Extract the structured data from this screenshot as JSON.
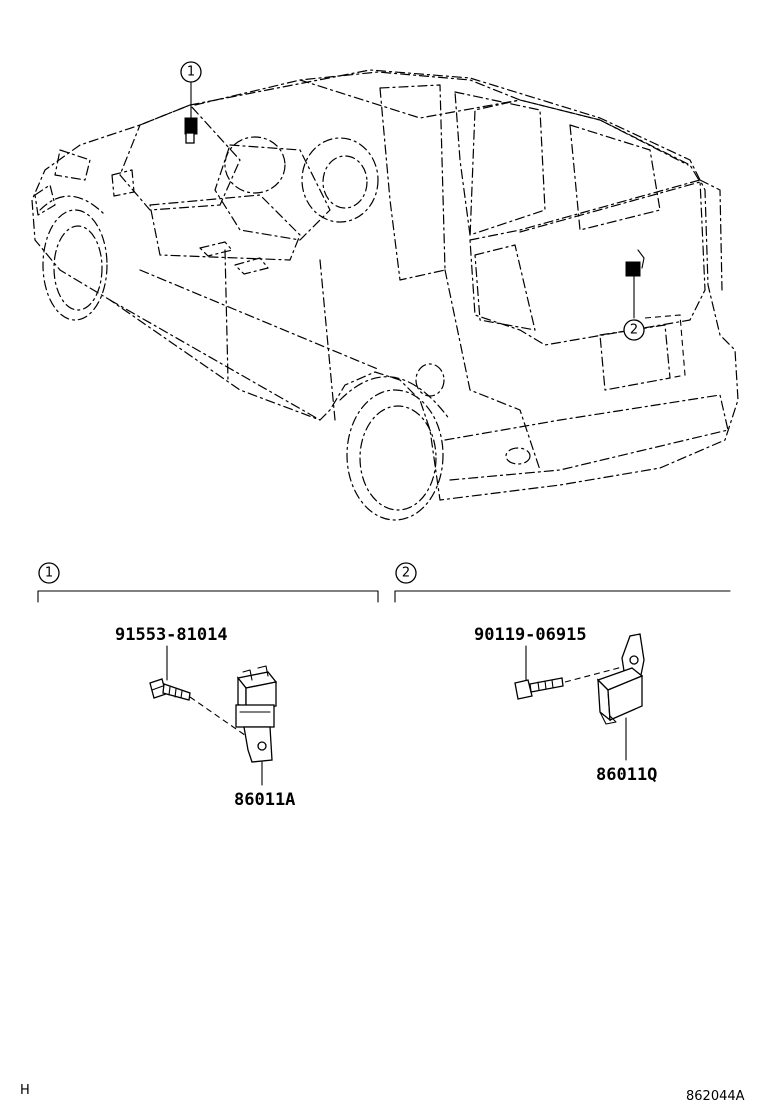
{
  "callouts": [
    {
      "number": "1"
    },
    {
      "number": "2"
    }
  ],
  "parts": {
    "group1": {
      "bolt_number": "91553-81014",
      "part_number": "86011A"
    },
    "group2": {
      "bolt_number": "90119-06915",
      "part_number": "86011Q"
    }
  },
  "footer": {
    "left_code": "H",
    "diagram_id": "862044A"
  }
}
